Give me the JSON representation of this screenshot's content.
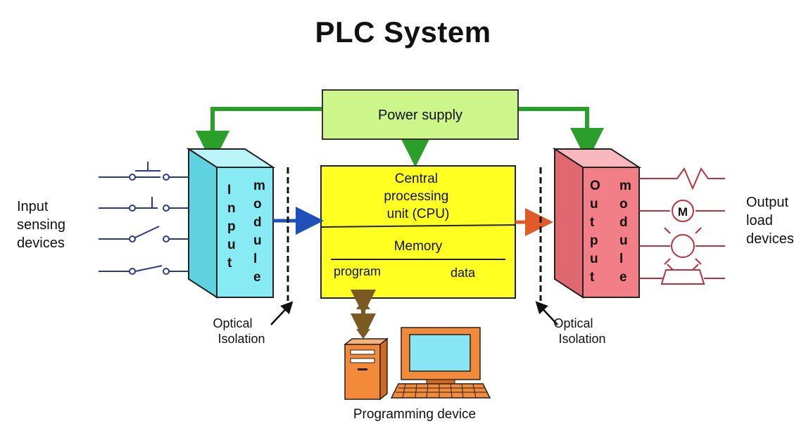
{
  "title": "PLC System",
  "power_supply": "Power supply",
  "cpu": {
    "line1": "Central",
    "line2": "processing",
    "line3": "unit (CPU)"
  },
  "memory": {
    "label": "Memory",
    "program": "program",
    "data": "data"
  },
  "input_module": {
    "col1": [
      "I",
      "n",
      "p",
      "u",
      "t"
    ],
    "col2": [
      "m",
      "o",
      "d",
      "u",
      "l",
      "e"
    ]
  },
  "output_module": {
    "col1": [
      "O",
      "u",
      "t",
      "p",
      "u",
      "t"
    ],
    "col2": [
      "m",
      "o",
      "d",
      "u",
      "l",
      "e"
    ]
  },
  "input_devices": [
    "Input",
    "sensing",
    "devices"
  ],
  "output_devices": [
    "Output",
    "load",
    "devices"
  ],
  "optical_isolation": [
    "Optical",
    "Isolation"
  ],
  "programming_device": "Programming device",
  "motor_symbol": "M",
  "colors": {
    "power_supply_fill": "#ccf58a",
    "cpu_fill": "#ffff22",
    "input_module_fill": "#88eaf2",
    "output_module_fill": "#f27f87",
    "power_line": "#2aa02a",
    "input_arrow": "#1f4fb8",
    "output_arrow": "#e05a2a",
    "bidir_arrow": "#7a5a22",
    "computer_case": "#f28a3a",
    "monitor_screen": "#88e6f2",
    "device_line_input": "#2a3a8a",
    "device_line_output": "#c0303a"
  }
}
